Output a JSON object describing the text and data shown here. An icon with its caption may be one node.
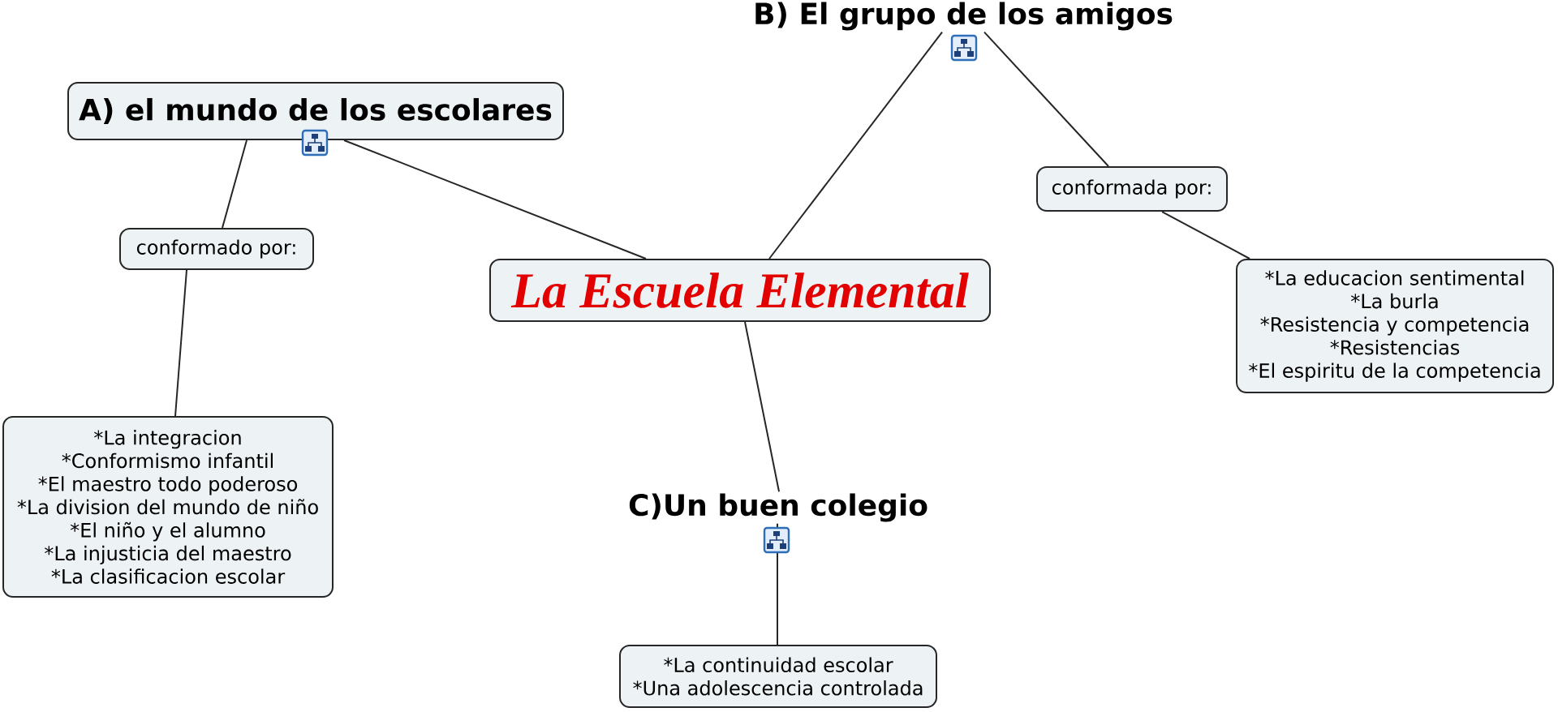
{
  "diagram": {
    "nodes": [
      {
        "text": [
          "La Escuela Elemental"
        ]
      },
      {
        "text": [
          "A) el mundo de los escolares"
        ]
      },
      {
        "text": [
          "conformado por:"
        ]
      },
      {
        "text": [
          "*La integracion",
          "*Conformismo infantil",
          "*El maestro todo poderoso",
          "*La division del mundo de niño",
          "*El niño y el alumno",
          "*La injusticia del maestro",
          "*La clasificacion escolar"
        ]
      },
      {
        "text": [
          "B) El grupo de los amigos"
        ]
      },
      {
        "text": [
          "conformada por:"
        ]
      },
      {
        "text": [
          "*La educacion sentimental",
          "*La burla",
          "*Resistencia y competencia",
          "*Resistencias",
          "*El espiritu de la competencia"
        ]
      },
      {
        "text": [
          "C)Un buen colegio"
        ]
      },
      {
        "text": [
          "*La continuidad escolar",
          "*Una adolescencia controlada"
        ]
      }
    ],
    "edges": [
      {
        "from": 0,
        "to": 1,
        "arrow": "none"
      },
      {
        "from": 0,
        "to": 4,
        "arrow": "none"
      },
      {
        "from": 0,
        "to": 7,
        "arrow": "none"
      },
      {
        "from": 1,
        "to": 2,
        "arrow": "none"
      },
      {
        "from": 2,
        "to": 3,
        "arrow": "none"
      },
      {
        "from": 4,
        "to": 5,
        "arrow": "none"
      },
      {
        "from": 5,
        "to": 6,
        "arrow": "none"
      },
      {
        "from": 7,
        "to": 8,
        "arrow": "none"
      }
    ]
  }
}
